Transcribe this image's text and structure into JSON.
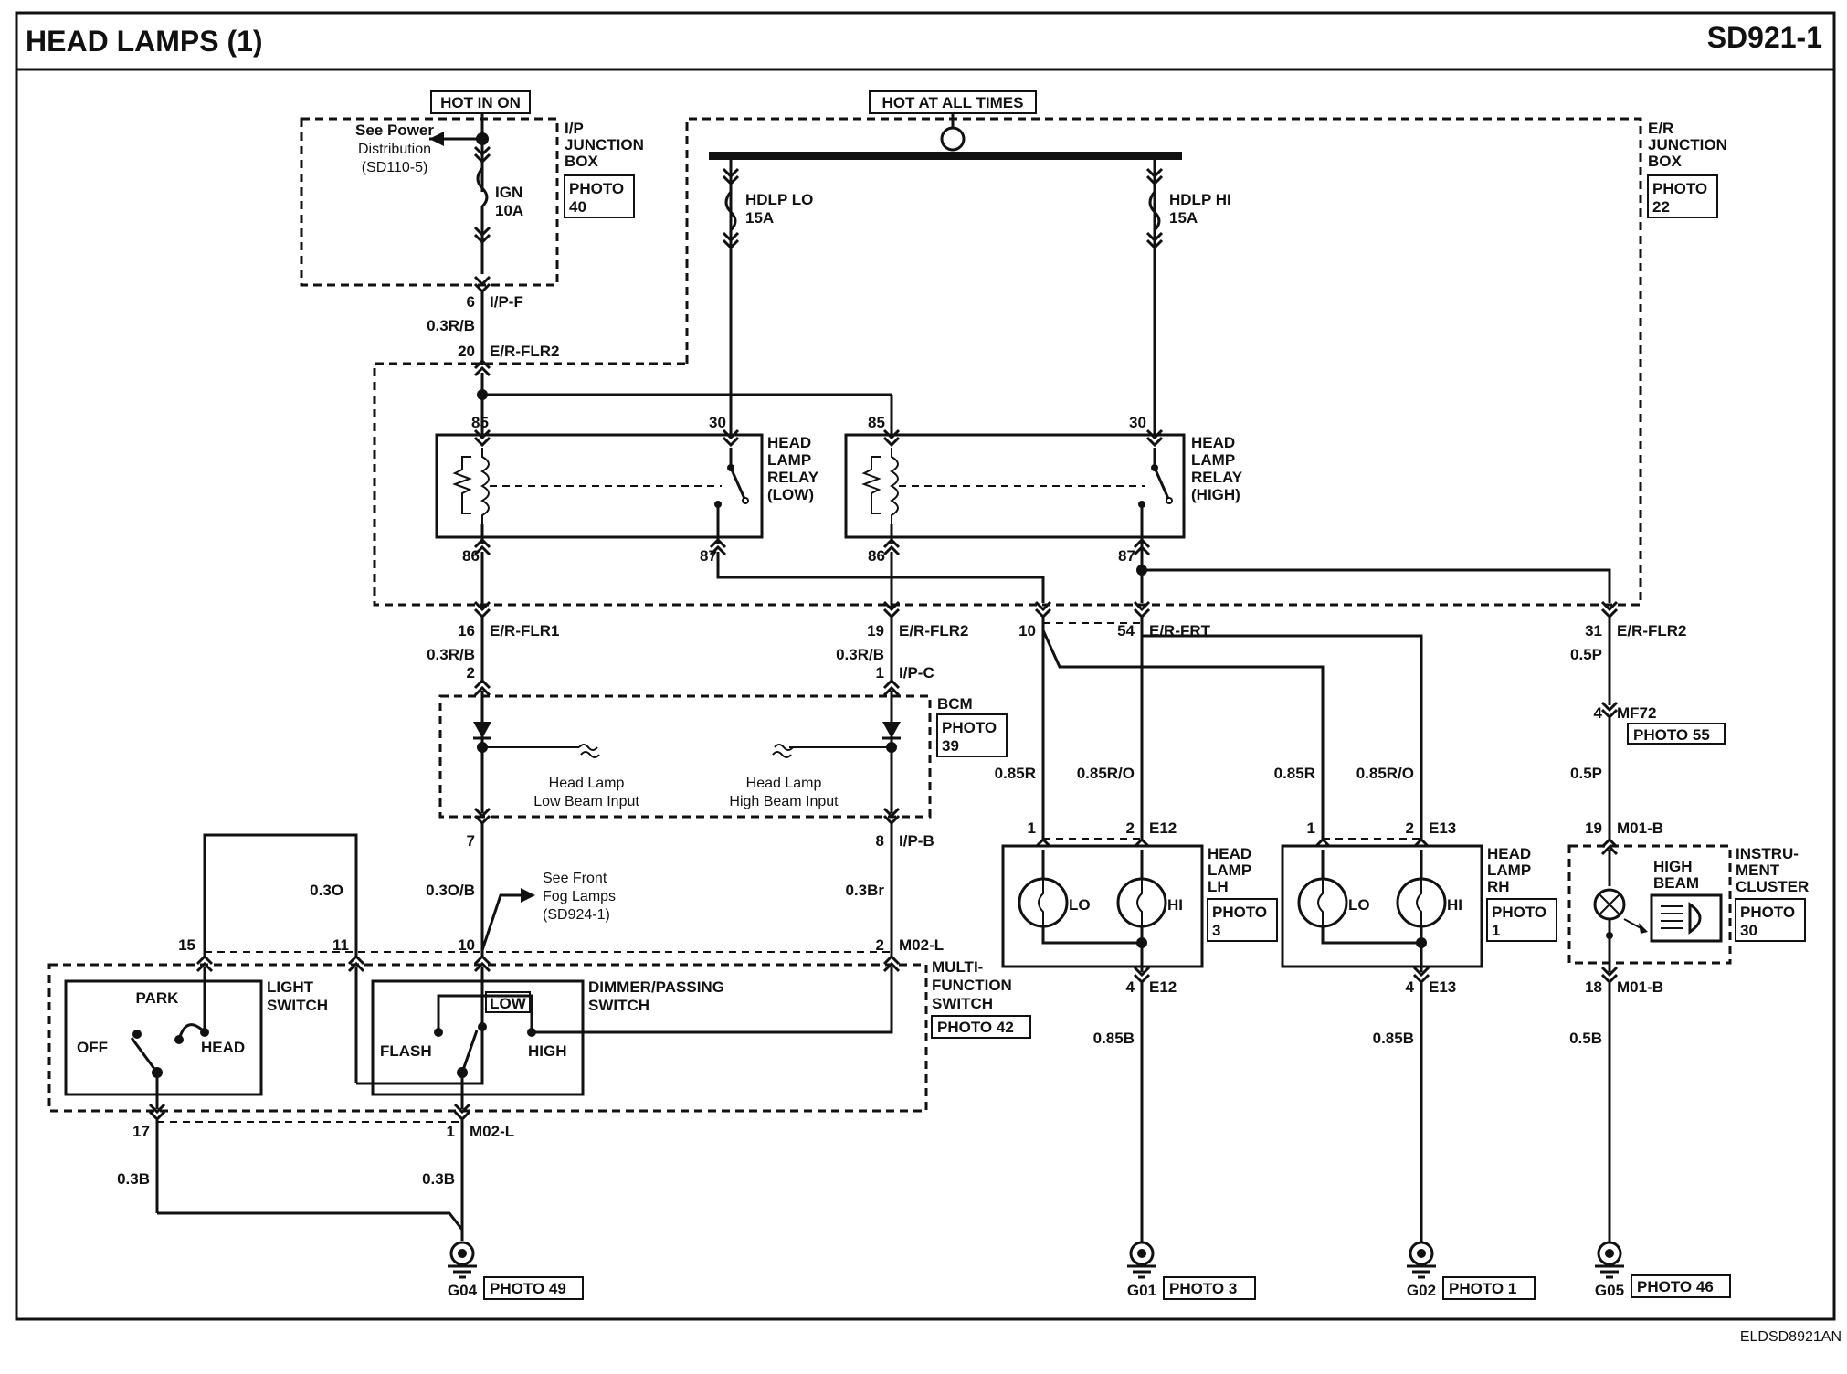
{
  "header": {
    "title": "HEAD LAMPS (1)",
    "code": "SD921-1"
  },
  "footer": {
    "ref": "ELDSD8921AN"
  },
  "power": {
    "hot_in_on": "HOT IN ON",
    "hot_at_all_times": "HOT AT ALL TIMES",
    "see_power": [
      "See Power",
      "Distribution",
      "(SD110-5)"
    ]
  },
  "ip_junction": {
    "name": [
      "I/P",
      "JUNCTION",
      "BOX"
    ],
    "photo": [
      "PHOTO",
      "40"
    ]
  },
  "er_junction": {
    "name": [
      "E/R",
      "JUNCTION",
      "BOX"
    ],
    "photo": [
      "PHOTO",
      "22"
    ]
  },
  "fuses": {
    "ign": [
      "IGN",
      "10A"
    ],
    "hdlp_lo": [
      "HDLP LO",
      "15A"
    ],
    "hdlp_hi": [
      "HDLP HI",
      "15A"
    ]
  },
  "relay_low": {
    "name": [
      "HEAD",
      "LAMP",
      "RELAY",
      "(LOW)"
    ],
    "pins": [
      "85",
      "30",
      "86",
      "87"
    ]
  },
  "relay_high": {
    "name": [
      "HEAD",
      "LAMP",
      "RELAY",
      "(HIGH)"
    ],
    "pins": [
      "85",
      "30",
      "86",
      "87"
    ]
  },
  "connectors": {
    "pin6": "6",
    "ipf": "I/P-F",
    "w_03rb_a": "0.3R/B",
    "pin20": "20",
    "erflr2_a": "E/R-FLR2",
    "pin16": "16",
    "erflr1": "E/R-FLR1",
    "w_03rb_b": "0.3R/B",
    "pin19": "19",
    "erflr2_b": "E/R-FLR2",
    "w_03rb_c": "0.3R/B",
    "pin10": "10",
    "pin54": "54",
    "erfrt": "E/R-FRT",
    "pin31": "31",
    "erflr2_c": "E/R-FLR2",
    "w_05p_a": "0.5P",
    "pin2": "2",
    "pin1": "1",
    "ipc": "I/P-C",
    "pin4mf": "4",
    "mf72": "MF72",
    "photo55": "PHOTO 55",
    "w_05p_b": "0.5P",
    "pin7": "7",
    "pin8": "8",
    "ipb": "I/P-B",
    "w_03o": "0.3O",
    "w_03ob": "0.3O/B",
    "w_03br": "0.3Br",
    "pin15": "15",
    "pin11": "11",
    "pin10b": "10",
    "pin2b": "2",
    "m02l_a": "M02-L",
    "pin17": "17",
    "pin1b": "1",
    "m02l_b": "M02-L",
    "w_03b_a": "0.3B",
    "w_03b_b": "0.3B",
    "w_085r_a": "0.85R",
    "w_085ro_a": "0.85R/O",
    "w_085r_b": "0.85R",
    "w_085ro_b": "0.85R/O",
    "lh_p1": "1",
    "lh_p2": "2",
    "e12_a": "E12",
    "rh_p1": "1",
    "rh_p2": "2",
    "e13_a": "E13",
    "lh_p4": "4",
    "e12_b": "E12",
    "rh_p4": "4",
    "e13_b": "E13",
    "w_085b_a": "0.85B",
    "w_085b_b": "0.85B",
    "pin19m": "19",
    "m01b_a": "M01-B",
    "pin18": "18",
    "m01b_b": "M01-B",
    "w_05b": "0.5B"
  },
  "bcm": {
    "name": "BCM",
    "photo": [
      "PHOTO",
      "39"
    ],
    "low_input": [
      "Head Lamp",
      "Low Beam Input"
    ],
    "high_input": [
      "Head Lamp",
      "High Beam Input"
    ]
  },
  "see_front_fog": [
    "See Front",
    "Fog Lamps",
    "(SD924-1)"
  ],
  "light_switch": {
    "name": [
      "LIGHT",
      "SWITCH"
    ],
    "park": "PARK",
    "off": "OFF",
    "head": "HEAD"
  },
  "dimmer_switch": {
    "name": "DIMMER/PASSING",
    "name2": "SWITCH",
    "low": "LOW",
    "flash": "FLASH",
    "high": "HIGH"
  },
  "multi_function": {
    "name": [
      "MULTI-",
      "FUNCTION",
      "SWITCH"
    ],
    "photo": "PHOTO 42"
  },
  "head_lamp_lh": {
    "name": [
      "HEAD",
      "LAMP",
      "LH"
    ],
    "photo": [
      "PHOTO",
      "3"
    ],
    "lo": "LO",
    "hi": "HI"
  },
  "head_lamp_rh": {
    "name": [
      "HEAD",
      "LAMP",
      "RH"
    ],
    "photo": [
      "PHOTO",
      "1"
    ],
    "lo": "LO",
    "hi": "HI"
  },
  "instrument_cluster": {
    "name": [
      "INSTRU-",
      "MENT",
      "CLUSTER"
    ],
    "photo": [
      "PHOTO",
      "30"
    ],
    "high_beam": [
      "HIGH",
      "BEAM"
    ]
  },
  "grounds": {
    "g04": "G04",
    "g04_photo": "PHOTO 49",
    "g01": "G01",
    "g01_photo": "PHOTO 3",
    "g02": "G02",
    "g02_photo": "PHOTO 1",
    "g05": "G05",
    "g05_photo": "PHOTO 46"
  }
}
